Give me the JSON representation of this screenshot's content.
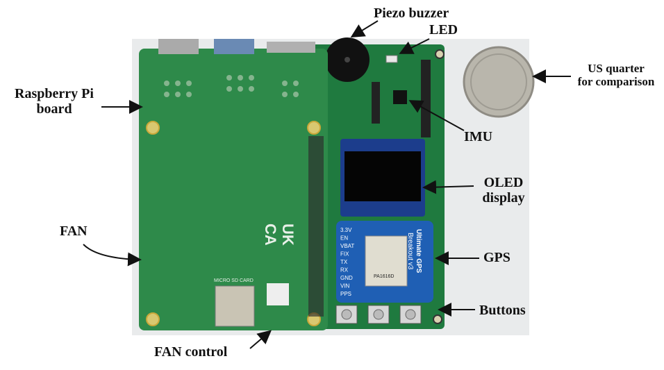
{
  "labels": {
    "piezo": "Piezo buzzer",
    "led": "LED",
    "rpi_line1": "Raspberry Pi",
    "rpi_line2": "board",
    "imu": "IMU",
    "oled_line1": "OLED",
    "oled_line2": "display",
    "fan": "FAN",
    "gps": "GPS",
    "buttons": "Buttons",
    "fan_control": "FAN control",
    "quarter_line1": "US quarter",
    "quarter_line2": "for comparison"
  },
  "board_text": {
    "uk": "UK",
    "ca": "CA",
    "micro_sd": "MICRO SD CARD",
    "gps_title": "Ultimate GPS",
    "gps_sub": "Breakout v3",
    "gps_module": "PA1616D",
    "pins": [
      "3.3V",
      "EN",
      "VBAT",
      "FIX",
      "TX",
      "RX",
      "GND",
      "VIN",
      "PPS"
    ]
  },
  "colors": {
    "background": "#ffffff",
    "photo_bg": "#e9ebec",
    "pcb_green": "#1f7a3f",
    "rpi_green": "#2e8a4a",
    "gps_blue": "#1f5fb4",
    "oled_bezel": "#1c3d8c",
    "quarter": "#b9b6ac"
  }
}
